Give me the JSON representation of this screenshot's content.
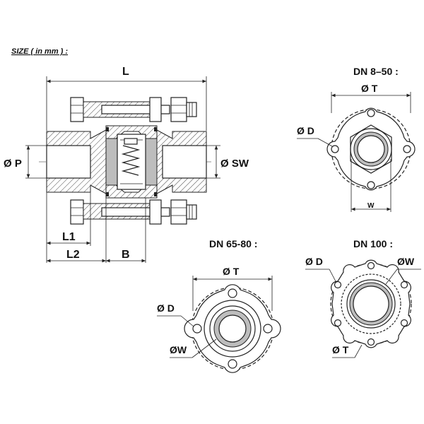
{
  "header": {
    "size_note": "SIZE ( in mm ) :"
  },
  "section_view": {
    "labels": {
      "L": "L",
      "P": "Ø P",
      "SW": "Ø SW",
      "L1": "L1",
      "L2": "L2",
      "B": "B"
    }
  },
  "views": [
    {
      "title": "DN 8–50 :",
      "labels": {
        "T": "Ø T",
        "D": "Ø D",
        "W": "W"
      }
    },
    {
      "title": "DN 65-80 :",
      "labels": {
        "T": "Ø T",
        "D": "Ø D",
        "W": "ØW"
      }
    },
    {
      "title": "DN 100 :",
      "labels": {
        "D": "Ø D",
        "W": "ØW",
        "T": "Ø T"
      }
    }
  ],
  "colors": {
    "line": "#222222",
    "hatch": "#555555",
    "fill": "#bdbdbd"
  }
}
